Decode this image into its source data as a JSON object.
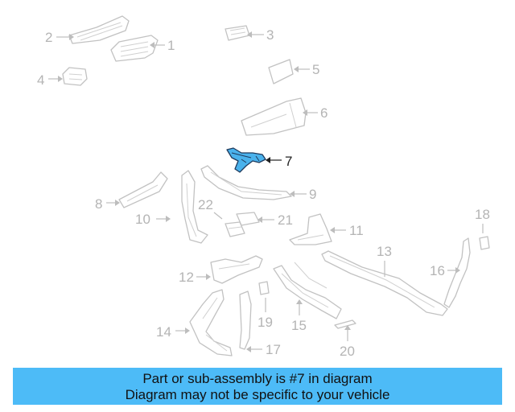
{
  "callouts": {
    "c1": "1",
    "c2": "2",
    "c3": "3",
    "c4": "4",
    "c5": "5",
    "c6": "6",
    "c7": "7",
    "c8": "8",
    "c9": "9",
    "c10": "10",
    "c11": "11",
    "c12": "12",
    "c13": "13",
    "c14": "14",
    "c15": "15",
    "c16": "16",
    "c17": "17",
    "c18": "18",
    "c19": "19",
    "c20": "20",
    "c21": "21",
    "c22": "22"
  },
  "highlighted_part": "7",
  "colors": {
    "highlight_fill": "#4ab2ec",
    "highlight_outline": "#1f3a5c",
    "part_outline": "#c2c2c2",
    "callout_text": "#b4b4b4",
    "banner_bg": "#4dbbf7"
  },
  "banner": {
    "line1": "Part or sub-assembly is #7 in diagram",
    "line2": "Diagram may not be specific to your vehicle"
  }
}
